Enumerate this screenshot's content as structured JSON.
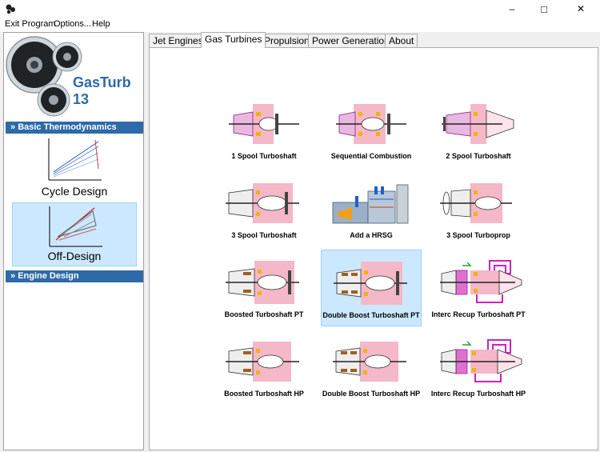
{
  "window": {
    "icon": "gasturb-icon",
    "minimize": "–",
    "maximize": "□",
    "close": "✕"
  },
  "menu": [
    "Exit Program",
    "Options...",
    "Help"
  ],
  "logo": {
    "text": "GasTurb 13"
  },
  "sidebar": {
    "basic_header": "Basic Thermodynamics",
    "engine_header": "Engine Design",
    "items": [
      {
        "label": "Cycle Design",
        "icon": "cycle-chart-icon"
      },
      {
        "label": "Off-Design",
        "icon": "offdesign-chart-icon"
      }
    ]
  },
  "tabs": [
    "Jet Engines",
    "Gas Turbines",
    "Propulsion",
    "Power Generation",
    "About"
  ],
  "active_tab": "Gas Turbines",
  "grid": [
    {
      "label": "1 Spool Turboshaft"
    },
    {
      "label": "Sequential Combustion"
    },
    {
      "label": "2 Spool Turboshaft"
    },
    {
      "label": "3 Spool Turboshaft"
    },
    {
      "label": "Add a HRSG"
    },
    {
      "label": "3 Spool Turboprop"
    },
    {
      "label": "Boosted Turboshaft PT"
    },
    {
      "label": "Double Boost Turboshaft PT"
    },
    {
      "label": "Interc Recup Turboshaft PT"
    },
    {
      "label": "Boosted Turboshaft HP"
    },
    {
      "label": "Double Boost Turboshaft HP"
    },
    {
      "label": "Interc Recup Turboshaft HP"
    }
  ],
  "selected_item": "Double Boost Turboshaft PT",
  "colors": {
    "accent": "#2e6aa7",
    "selection": "#cce8ff",
    "engine_pink": "#f4b8c8",
    "engine_yellow": "#f0b400",
    "recup_magenta": "#d020c0"
  }
}
